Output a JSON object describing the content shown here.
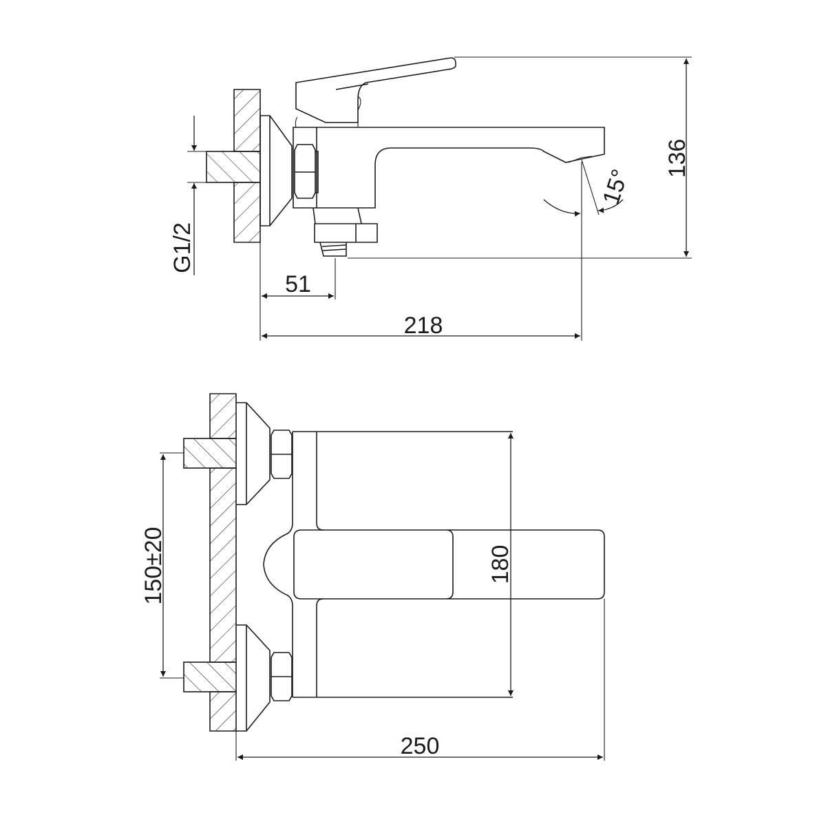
{
  "side_view": {
    "dims": {
      "height": "136",
      "thread": "G1/2",
      "inlet_offset": "51",
      "projection": "218",
      "spout_angle": "15°"
    }
  },
  "top_view": {
    "dims": {
      "centers": "150±20",
      "body_width": "180",
      "overall_length": "250"
    }
  },
  "colors": {
    "line": "#1a1a1a",
    "background": "#ffffff"
  }
}
